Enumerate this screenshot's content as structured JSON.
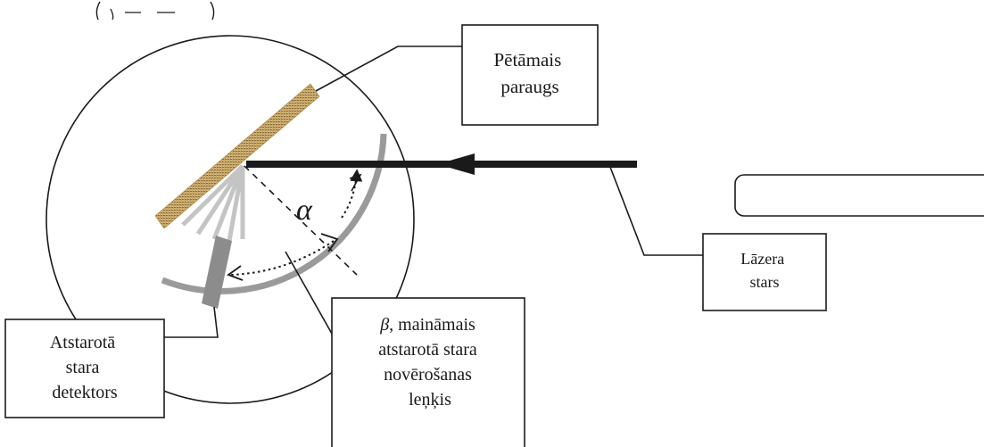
{
  "labels": {
    "sample": [
      "Pētāmais",
      "paraugs"
    ],
    "laser": [
      "Lāzera",
      "stars"
    ],
    "detector": [
      "Atstarotā",
      "stara",
      "detektors"
    ],
    "beta_symbol": "β",
    "beta_lines": [
      ", maināmais",
      "atstarotā stara",
      "novērošanas",
      "leņķis"
    ],
    "alpha": "α"
  },
  "colors": {
    "ink": "#1a1a1a",
    "arc_gray": "#9a9a9a",
    "ray_gray": "#c4c4c4",
    "detector_gray": "#8c8c8c",
    "sample_fill": "#c8a86a",
    "sample_weave": "#8a6a34"
  }
}
